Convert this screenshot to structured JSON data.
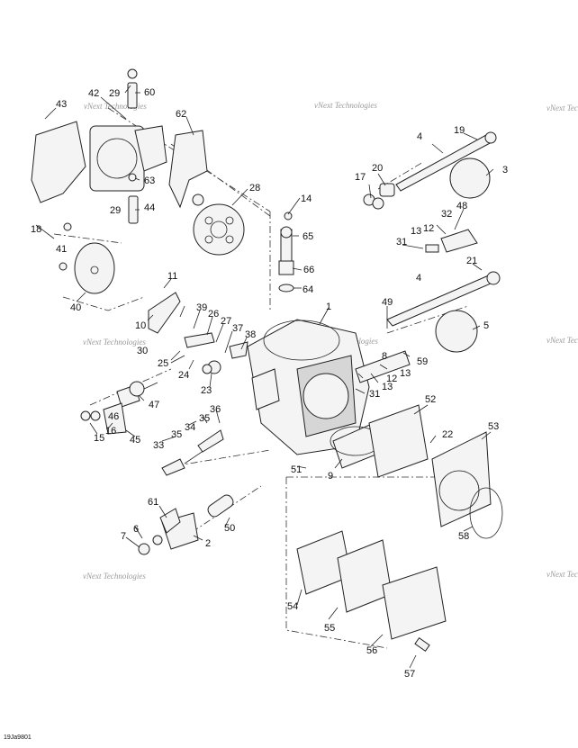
{
  "watermark": "vNext Technologies",
  "reference_code": "19Ja9801",
  "callouts": [
    "1",
    "2",
    "3",
    "4",
    "4",
    "5",
    "6",
    "7",
    "8",
    "9",
    "10",
    "11",
    "12",
    "12",
    "13",
    "13",
    "13",
    "14",
    "15",
    "16",
    "17",
    "18",
    "19",
    "20",
    "21",
    "22",
    "23",
    "24",
    "25",
    "26",
    "27",
    "28",
    "29",
    "29",
    "30",
    "31",
    "31",
    "32",
    "33",
    "34",
    "35",
    "35",
    "36",
    "37",
    "38",
    "39",
    "40",
    "41",
    "42",
    "43",
    "44",
    "45",
    "46",
    "47",
    "48",
    "49",
    "50",
    "51",
    "52",
    "53",
    "54",
    "55",
    "56",
    "57",
    "58",
    "59",
    "60",
    "61",
    "62",
    "63",
    "64",
    "65",
    "66"
  ]
}
